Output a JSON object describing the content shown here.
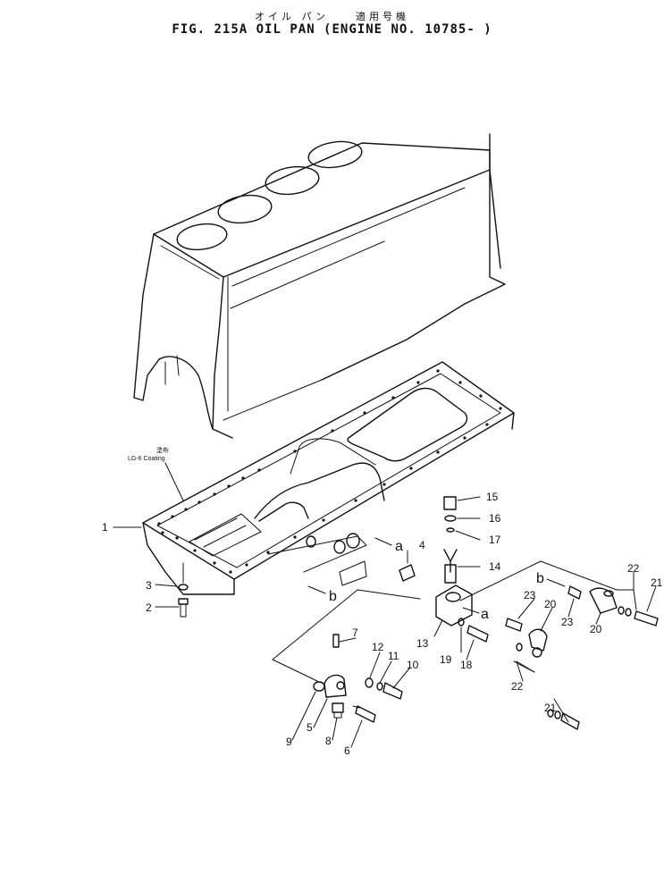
{
  "header": {
    "subtitle_jp": "オイル パン　　適用号機",
    "title": "FIG. 215A  OIL PAN (ENGINE NO. 10785- )"
  },
  "annotations": {
    "coating_jp": "塗布",
    "coating_en": "LG-6  Coating"
  },
  "view_markers": [
    "a",
    "b",
    "a",
    "b"
  ],
  "part_numbers": [
    "1",
    "2",
    "3",
    "4",
    "5",
    "6",
    "7",
    "8",
    "9",
    "10",
    "11",
    "12",
    "13",
    "14",
    "15",
    "16",
    "17",
    "18",
    "19",
    "20",
    "20",
    "21",
    "21",
    "22",
    "22",
    "23",
    "23"
  ]
}
